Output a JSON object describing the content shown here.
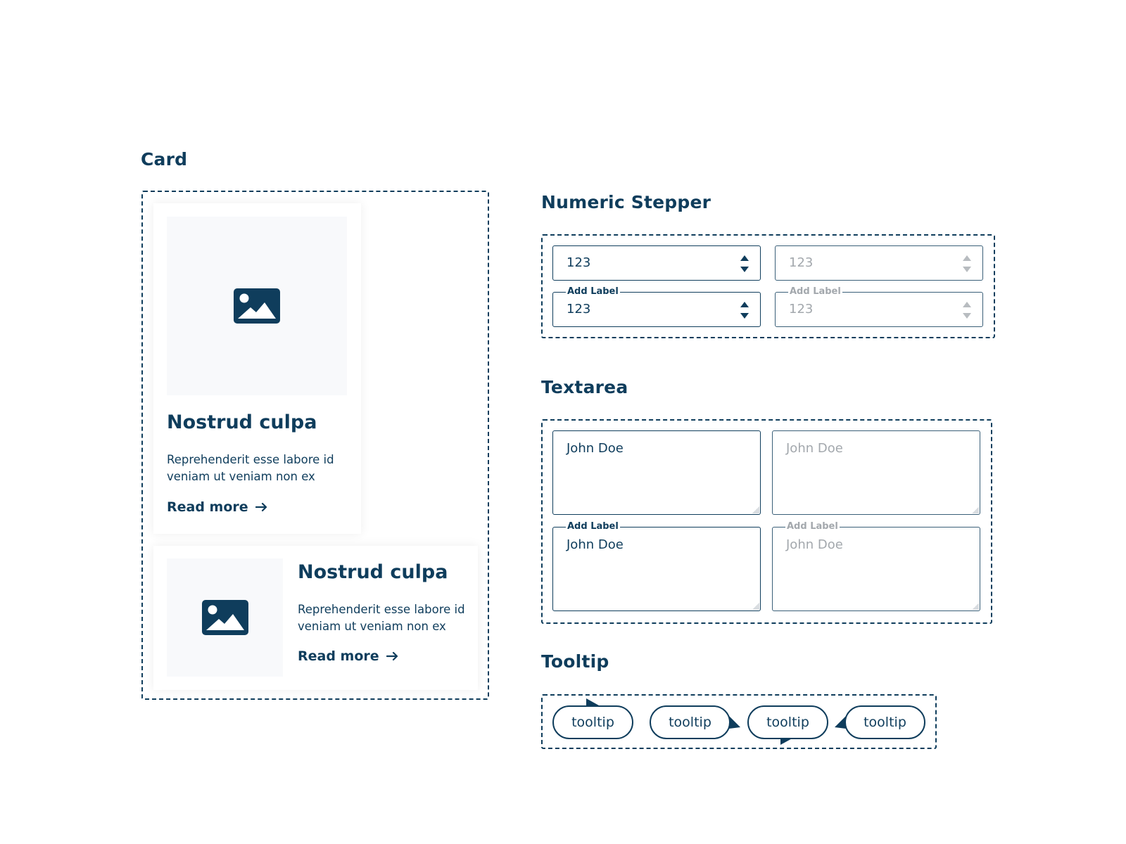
{
  "sections": {
    "card": "Card",
    "stepper": "Numeric Stepper",
    "textarea": "Textarea",
    "tooltip": "Tooltip"
  },
  "cards": [
    {
      "title": "Nostrud culpa",
      "text_line1": "Reprehenderit esse labore id",
      "text_line2": "veniam ut veniam non ex",
      "link": "Read more",
      "image_icon": "image-icon",
      "link_icon": "arrow-right-icon"
    },
    {
      "title": "Nostrud culpa",
      "text_line1": "Reprehenderit esse labore id",
      "text_line2": "veniam ut veniam non ex",
      "link": "Read more",
      "image_icon": "image-icon",
      "link_icon": "arrow-right-icon"
    }
  ],
  "stepper": {
    "fields": [
      {
        "value": "123",
        "label": "",
        "state": "enabled"
      },
      {
        "value": "123",
        "label": "",
        "state": "disabled"
      },
      {
        "value": "123",
        "label": "Add Label",
        "state": "enabled"
      },
      {
        "value": "123",
        "label": "Add Label",
        "state": "disabled"
      }
    ],
    "icons": [
      "chevron-up-icon",
      "chevron-down-icon"
    ]
  },
  "textarea": {
    "fields": [
      {
        "value": "John Doe",
        "label": "",
        "state": "enabled"
      },
      {
        "value": "John Doe",
        "label": "",
        "state": "disabled"
      },
      {
        "value": "John Doe",
        "label": "Add Label",
        "state": "enabled"
      },
      {
        "value": "John Doe",
        "label": "Add Label",
        "state": "disabled"
      }
    ]
  },
  "tooltips": [
    {
      "text": "tooltip",
      "pointer": "top-left"
    },
    {
      "text": "tooltip",
      "pointer": "right"
    },
    {
      "text": "tooltip",
      "pointer": "bottom"
    },
    {
      "text": "tooltip",
      "pointer": "left"
    }
  ],
  "colors": {
    "primary": "#0f3d5c",
    "disabled_text": "#a3a8ad",
    "media_background": "#f8f9fb"
  }
}
